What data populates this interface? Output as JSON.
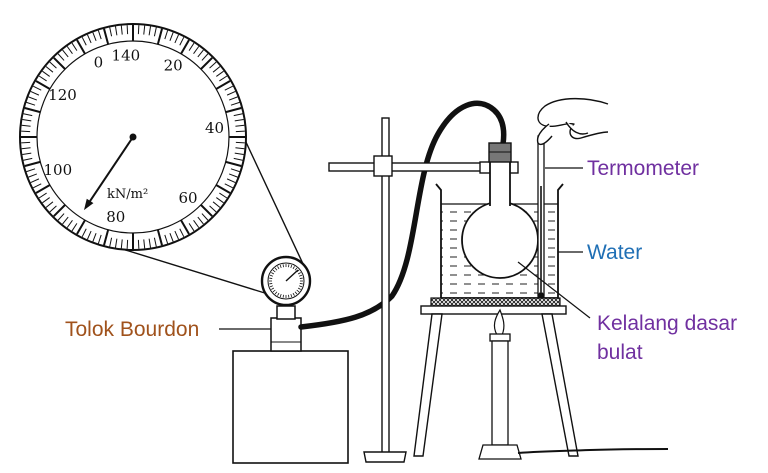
{
  "gauge": {
    "unit": "kN/m²",
    "scale_labels": [
      "0",
      "20",
      "40",
      "60",
      "80",
      "100",
      "120",
      "140"
    ],
    "reading": 88
  },
  "labels": {
    "bourdon": "Tolok Bourdon",
    "thermometer": "Termometer",
    "water": "Water",
    "flask_line1": "Kelalang dasar",
    "flask_line2": "bulat"
  },
  "colors": {
    "bourdon": "#A0521C",
    "thermometer": "#7030A0",
    "water": "#1F6FB5",
    "flask": "#7030A0"
  }
}
